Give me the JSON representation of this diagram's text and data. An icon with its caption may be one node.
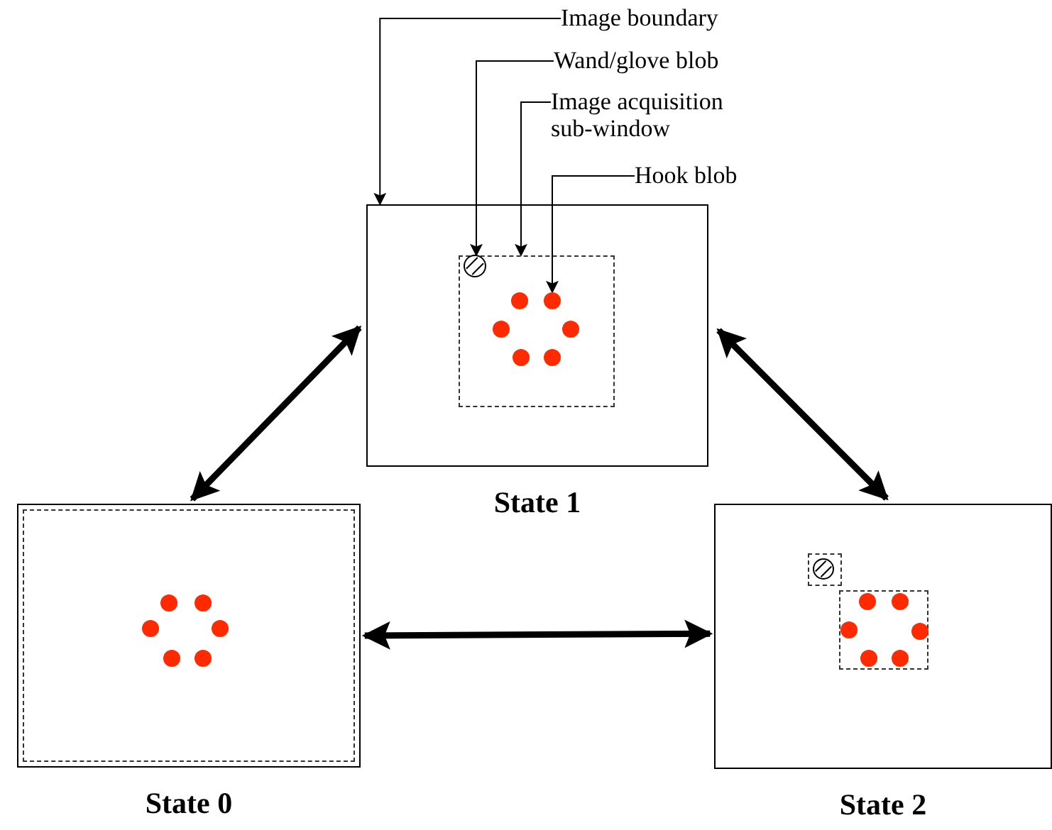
{
  "diagram": {
    "nodes": [
      {
        "text": [
          "Image boundary"
        ]
      },
      {
        "text": [
          "Wand/glove blob"
        ]
      },
      {
        "text": [
          "Image acquisition sub-window"
        ]
      },
      {
        "text": [
          "Hook blob"
        ]
      },
      {
        "text": [
          "State 1"
        ]
      },
      {
        "text": [],
        "shape": "box",
        "in": 4
      },
      {
        "text": [],
        "shape": "circle",
        "in": 5
      },
      {
        "text": [],
        "shape": "circle",
        "in": 5
      },
      {
        "text": [],
        "shape": "circle",
        "in": 5
      },
      {
        "text": [],
        "shape": "circle",
        "in": 5
      },
      {
        "text": [],
        "shape": "circle",
        "in": 5
      },
      {
        "text": [],
        "shape": "circle",
        "in": 5
      },
      {
        "text": [],
        "shape": "circle",
        "in": 5
      },
      {
        "text": [
          "State 0"
        ]
      },
      {
        "text": [],
        "shape": "box",
        "in": 13
      },
      {
        "text": [],
        "shape": "circle",
        "in": 14
      },
      {
        "text": [],
        "shape": "circle",
        "in": 14
      },
      {
        "text": [],
        "shape": "circle",
        "in": 14
      },
      {
        "text": [],
        "shape": "circle",
        "in": 14
      },
      {
        "text": [],
        "shape": "circle",
        "in": 14
      },
      {
        "text": [],
        "shape": "circle",
        "in": 14
      },
      {
        "text": [
          "State 2"
        ]
      },
      {
        "text": [],
        "shape": "box",
        "in": 21
      },
      {
        "text": [],
        "shape": "circle",
        "in": 22
      },
      {
        "text": [],
        "shape": "box",
        "in": 21
      },
      {
        "text": [],
        "shape": "circle",
        "in": 24
      },
      {
        "text": [],
        "shape": "circle",
        "in": 24
      },
      {
        "text": [],
        "shape": "circle",
        "in": 24
      },
      {
        "text": [],
        "shape": "circle",
        "in": 24
      },
      {
        "text": [],
        "shape": "circle",
        "in": 24
      },
      {
        "text": [],
        "shape": "circle",
        "in": 24
      }
    ],
    "edges": [
      {
        "from": 0,
        "to": 4,
        "arrow": "to"
      },
      {
        "from": 1,
        "to": 6,
        "arrow": "to"
      },
      {
        "from": 2,
        "to": 5,
        "arrow": "to"
      },
      {
        "from": 3,
        "to": 8,
        "arrow": "to"
      },
      {
        "from": 13,
        "to": 4,
        "arrow": "both",
        "style": "thick"
      },
      {
        "from": 4,
        "to": 21,
        "arrow": "both",
        "style": "thick"
      },
      {
        "from": 13,
        "to": 21,
        "arrow": "both",
        "style": "thick"
      }
    ]
  }
}
